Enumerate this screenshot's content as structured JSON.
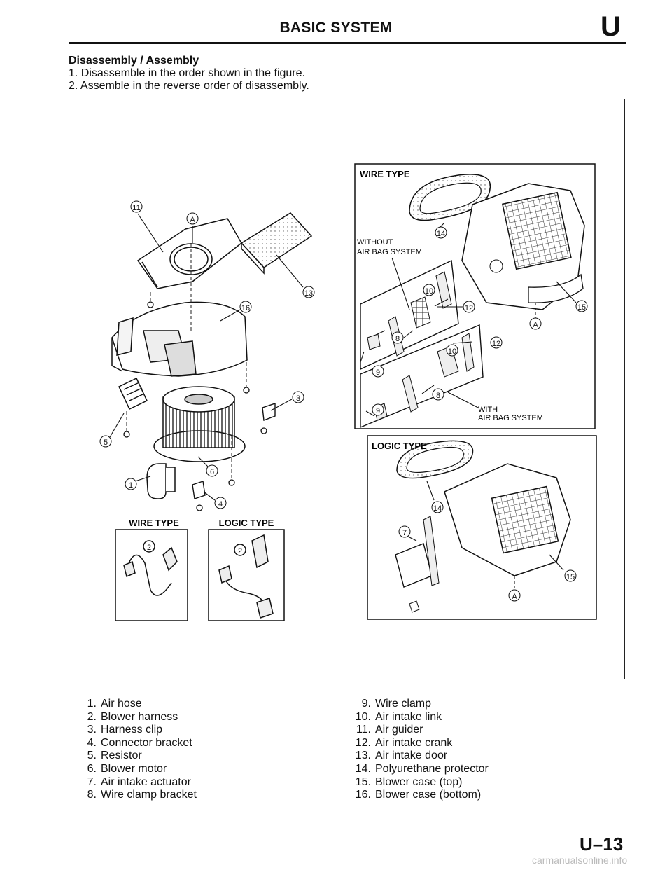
{
  "header": {
    "title": "BASIC SYSTEM",
    "section_letter": "U"
  },
  "intro": {
    "heading": "Disassembly / Assembly",
    "steps": [
      {
        "num": "1.",
        "text": "Disassemble in the order shown in the figure."
      },
      {
        "num": "2.",
        "text": "Assemble in the reverse order of disassembly."
      }
    ]
  },
  "figure": {
    "wire_type_label": "WIRE TYPE",
    "logic_type_label": "LOGIC TYPE",
    "wire_type_panel_title": "WIRE TYPE",
    "logic_type_panel_title": "LOGIC TYPE",
    "without_airbag_line1": "WITHOUT",
    "without_airbag_line2": "AIR BAG SYSTEM",
    "with_airbag_line1": "WITH",
    "with_airbag_line2": "AIR BAG SYSTEM",
    "callouts": [
      "1",
      "2",
      "3",
      "4",
      "5",
      "6",
      "7",
      "8",
      "9",
      "10",
      "11",
      "12",
      "13",
      "14",
      "15",
      "16",
      "A"
    ]
  },
  "parts_left": [
    {
      "num": "1.",
      "name": "Air hose"
    },
    {
      "num": "2.",
      "name": "Blower harness"
    },
    {
      "num": "3.",
      "name": "Harness clip"
    },
    {
      "num": "4.",
      "name": "Connector bracket"
    },
    {
      "num": "5.",
      "name": "Resistor"
    },
    {
      "num": "6.",
      "name": "Blower motor"
    },
    {
      "num": "7.",
      "name": "Air intake actuator"
    },
    {
      "num": "8.",
      "name": "Wire clamp bracket"
    }
  ],
  "parts_right": [
    {
      "num": "9.",
      "name": "Wire clamp"
    },
    {
      "num": "10.",
      "name": "Air intake link"
    },
    {
      "num": "11.",
      "name": "Air guider"
    },
    {
      "num": "12.",
      "name": "Air intake crank"
    },
    {
      "num": "13.",
      "name": "Air intake door"
    },
    {
      "num": "14.",
      "name": "Polyurethane protector"
    },
    {
      "num": "15.",
      "name": "Blower case (top)"
    },
    {
      "num": "16.",
      "name": "Blower case (bottom)"
    }
  ],
  "footer": {
    "page_number": "U–13",
    "watermark": "carmanualsonline.info"
  }
}
